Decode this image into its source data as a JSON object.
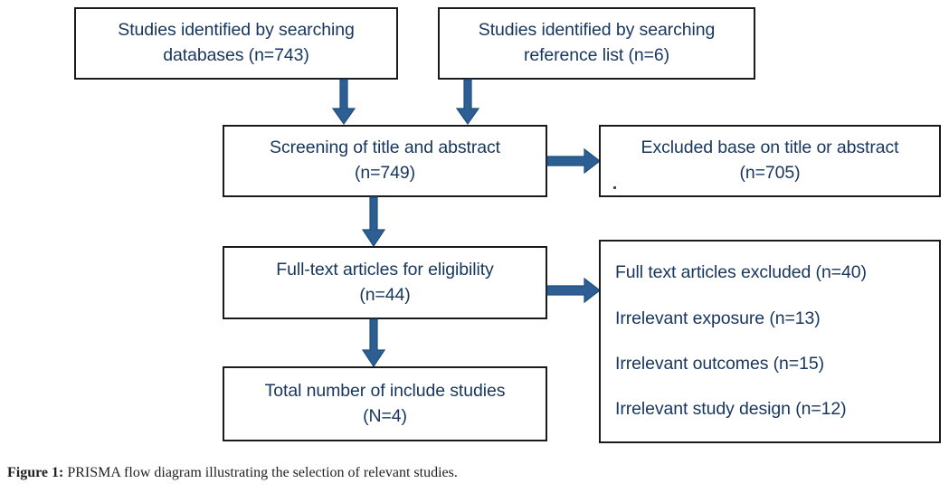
{
  "figure": {
    "type": "prisma-flow-diagram",
    "caption_label": "Figure 1:",
    "caption_text": " PRISMA flow diagram illustrating the selection of relevant studies."
  },
  "colors": {
    "box_border": "#1a1a1a",
    "box_fill": "#ffffff",
    "node_text": "#17365d",
    "arrow_fill": "#2e5f94",
    "arrow_stroke": "#1f4e79",
    "caption_text": "#231f20"
  },
  "nodes": {
    "identified_databases": {
      "line1": "Studies identified by searching",
      "line2": "databases (n=743)",
      "count": 743
    },
    "identified_reference_list": {
      "line1": "Studies identified by searching",
      "line2": "reference list (n=6)",
      "count": 6
    },
    "screening": {
      "line1": "Screening of title and abstract",
      "line2": "(n=749)",
      "count": 749
    },
    "excluded_title_abstract": {
      "line1": "Excluded base on title or abstract",
      "line2": "(n=705)",
      "count": 705
    },
    "full_text_eligibility": {
      "line1": "Full-text articles for eligibility",
      "line2": "(n=44)",
      "count": 44
    },
    "exclusion_reasons": {
      "line1": "Full text articles excluded (n=40)",
      "line2": "Irrelevant exposure (n=13)",
      "line3": "Irrelevant outcomes (n=15)",
      "line4": "Irrelevant study design (n=12)",
      "total_excluded": 40,
      "irrelevant_exposure": 13,
      "irrelevant_outcomes": 15,
      "irrelevant_study_design": 12
    },
    "total_included": {
      "line1": "Total number of include studies",
      "line2": "(N=4)",
      "count": 4
    }
  }
}
